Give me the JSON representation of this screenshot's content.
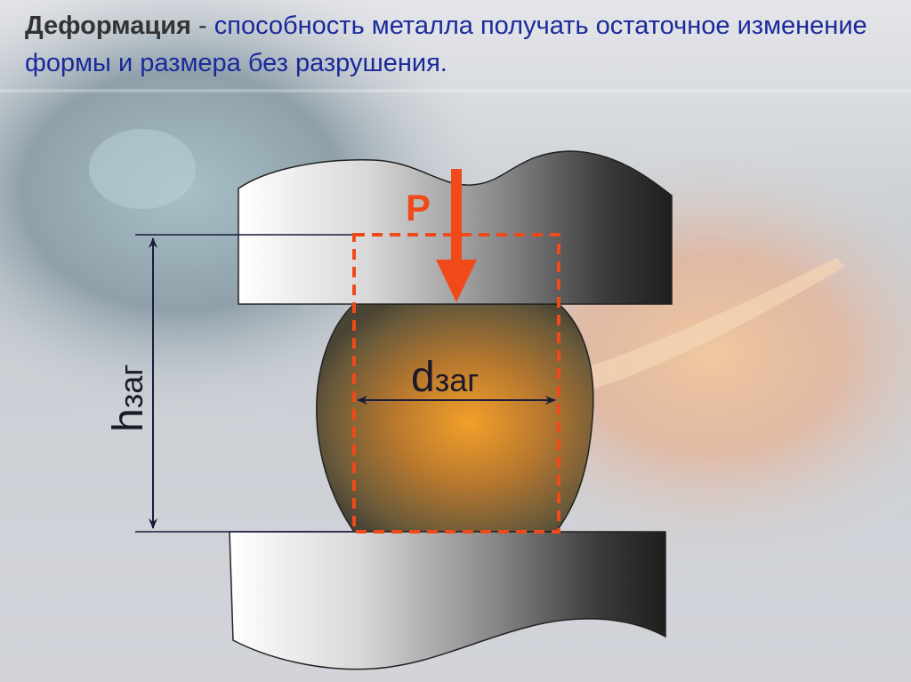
{
  "definition": {
    "term": "Деформация",
    "separator": "-",
    "text": "способность металла получать остаточное изменение формы и размера без разрушения."
  },
  "labels": {
    "force": "P",
    "height_main": "h",
    "height_sub": "заг",
    "diameter_main": "d",
    "diameter_sub": "заг"
  },
  "colors": {
    "definition_text": "#1a2a9a",
    "term_text": "#333333",
    "force_arrow": "#f04a1a",
    "dashed_outline": "#f04a1a",
    "dimension_lines": "#1a1a3a",
    "workpiece_center": "#f0a030",
    "workpiece_edge": "#4a4030"
  }
}
